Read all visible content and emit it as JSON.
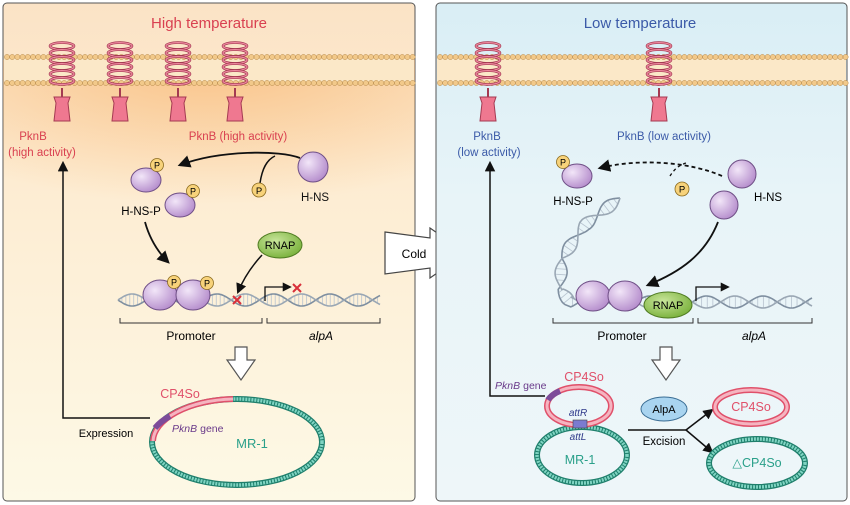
{
  "left_panel": {
    "title": "High temperature",
    "pknb_left_line1": "PknB",
    "pknb_left_line2": "(high activity)",
    "pknb_top": "PknB (high activity)",
    "hns": "H-NS",
    "hnsp": "H-NS-P",
    "p": "P",
    "rnap": "RNAP",
    "promoter": "Promoter",
    "gene": "alpA",
    "expression": "Expression",
    "plasmid": "CP4So",
    "pknb_gene": "PknB",
    "gene_word": "gene",
    "chromosome": "MR-1"
  },
  "transition": {
    "label": "Cold"
  },
  "right_panel": {
    "title": "Low temperature",
    "pknb_left_line1": "PknB",
    "pknb_left_line2": "(low activity)",
    "pknb_top": "PknB (low activity)",
    "hns": "H-NS",
    "hnsp": "H-NS-P",
    "p": "P",
    "rnap": "RNAP",
    "promoter": "Promoter",
    "gene": "alpA",
    "pknb_gene": "PknB",
    "gene_word": "gene",
    "plasmid": "CP4So",
    "attr": "attR",
    "attl": "attL",
    "chromosome": "MR-1",
    "alpa": "AlpA",
    "excision": "Excision",
    "excised_plasmid": "CP4So",
    "excised_chromosome": "△CP4So"
  },
  "colors": {
    "left_bg_top": "#fbe3c6",
    "left_bg_bottom": "#fdf8e4",
    "right_bg": "#e6f3f8",
    "hot_text": "#d94050",
    "cold_text": "#3b5aa8",
    "plasmid_red": "#e0506a",
    "chromosome_teal": "#2aa08a",
    "protein_purple": "#c9a6db",
    "p_yellow": "#f7d27a",
    "rnap_green": "#8fc64a"
  }
}
